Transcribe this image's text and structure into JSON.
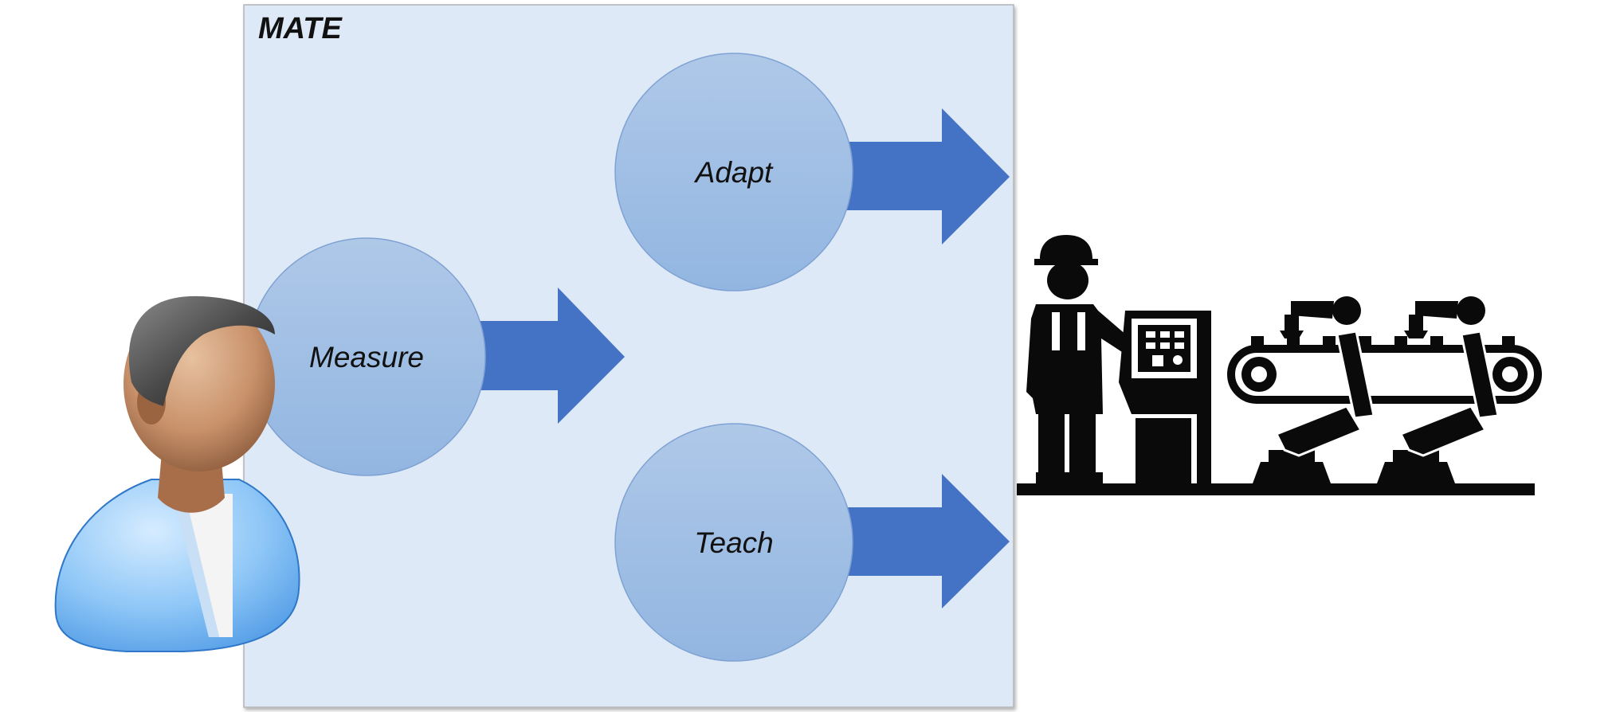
{
  "diagram": {
    "container_label": "MATE",
    "nodes": {
      "measure": "Measure",
      "adapt": "Adapt",
      "teach": "Teach"
    }
  },
  "colors": {
    "container_fill": "#dde9f6",
    "container_stroke": "#b4b4b4",
    "circle_fill_top": "#afc8e8",
    "circle_fill_bottom": "#92b6e1",
    "circle_stroke": "#7fa2d3",
    "arrow_fill": "#4472c4",
    "text": "#111111",
    "factory_ink": "#0a0a0a"
  },
  "icons": [
    "person-icon",
    "factory-robot-worker-icon"
  ]
}
